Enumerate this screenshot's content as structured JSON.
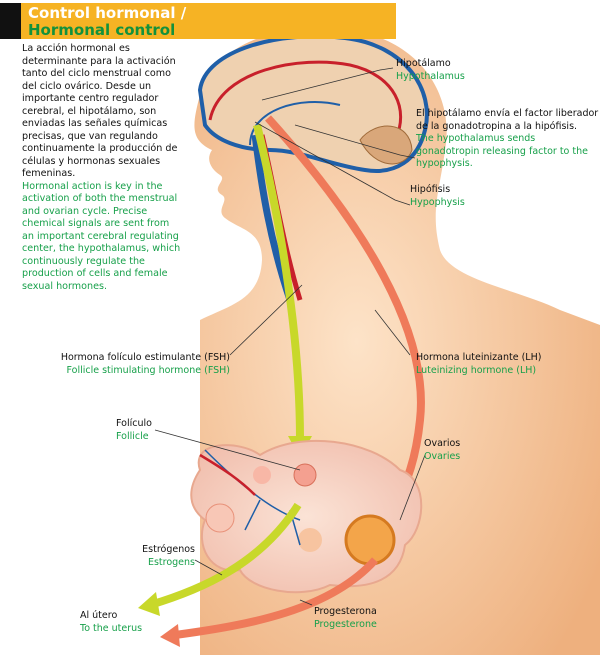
{
  "header": {
    "title_es": "Control hormonal /",
    "title_en": "Hormonal control"
  },
  "intro": {
    "es": "La acción hormonal es determinante para la activación tanto del ciclo menstrual como del ciclo ovárico. Desde un importante centro regulador cerebral, el hipotálamo, son enviadas las señales químicas precisas, que van regulando continuamente la producción de células y hormonas sexuales femeninas.",
    "en": "Hormonal action is key in the activation of both the menstrual and ovarian cycle. Precise chemical signals are sent from an important cerebral regulating center, the hypothalamus, which continuously regulate the production of cells and female sexual hormones."
  },
  "labels": {
    "hypothalamus": {
      "es": "Hipotálamo",
      "en": "Hypothalamus"
    },
    "grf": {
      "es": "El hipotálamo envía el factor liberador de la gonadotropina a la hipófisis.",
      "en": "The hypothalamus sends gonadotropin releasing factor to the hypophysis."
    },
    "hypophysis": {
      "es": "Hipófisis",
      "en": "Hypophysis"
    },
    "fsh": {
      "es": "Hormona folículo estimulante (FSH)",
      "en": "Follicle stimulating hormone (FSH)"
    },
    "lh": {
      "es": "Hormona luteinizante (LH)",
      "en": "Luteinizing hormone (LH)"
    },
    "follicle": {
      "es": "Folículo",
      "en": "Follicle"
    },
    "ovaries": {
      "es": "Ovarios",
      "en": "Ovaries"
    },
    "estrogens": {
      "es": "Estrógenos",
      "en": "Estrogens"
    },
    "uterus": {
      "es": "Al útero",
      "en": "To the uterus"
    },
    "progesterone": {
      "es": "Progesterona",
      "en": "Progesterone"
    }
  },
  "colors": {
    "header": "#f6b324",
    "green_text": "#17a04a",
    "fsh_arrow": "#c8d82a",
    "lh_arrow": "#ef7a5a",
    "skin": "#f6cda6"
  }
}
